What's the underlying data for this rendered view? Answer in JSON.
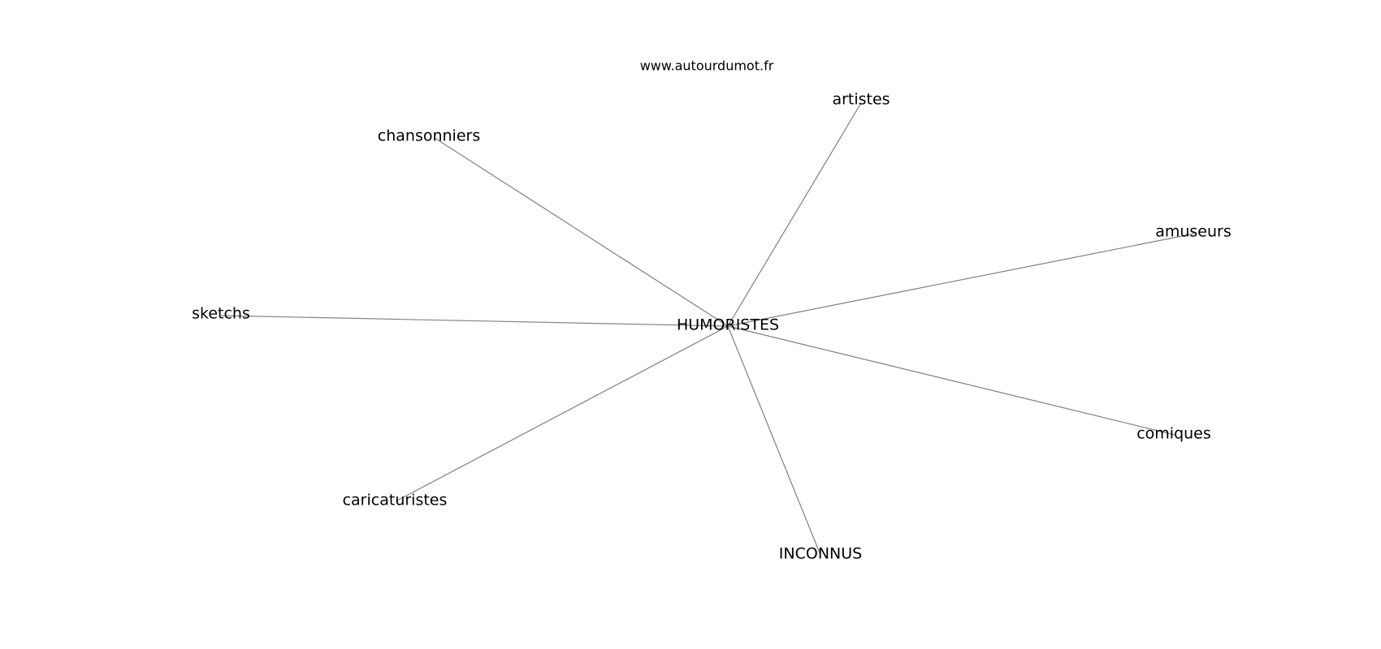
{
  "watermark": "www.autourdumot.fr",
  "center": {
    "label": "HUMORISTES"
  },
  "nodes": [
    {
      "id": "artistes",
      "label": "artistes"
    },
    {
      "id": "chansonniers",
      "label": "chansonniers"
    },
    {
      "id": "amuseurs",
      "label": "amuseurs"
    },
    {
      "id": "sketchs",
      "label": "sketchs"
    },
    {
      "id": "comiques",
      "label": "comiques"
    },
    {
      "id": "caricaturistes",
      "label": "caricaturistes"
    },
    {
      "id": "inconnus",
      "label": "INCONNUS"
    }
  ],
  "edge_color": "#808080"
}
